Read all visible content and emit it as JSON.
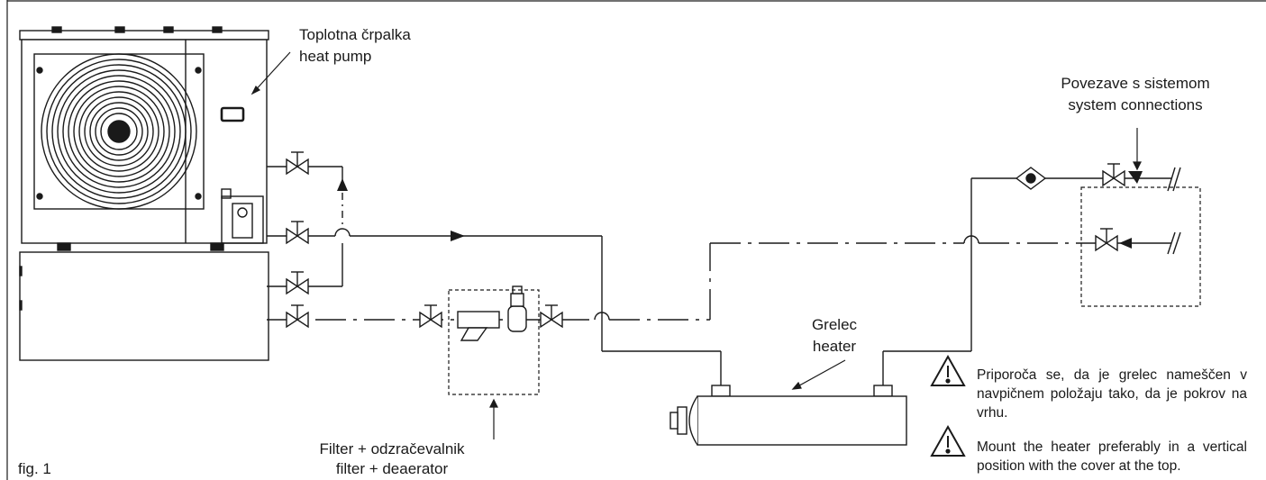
{
  "labels": {
    "heat_pump_sl": "Toplotna črpalka",
    "heat_pump_en": "heat pump",
    "system_sl": "Povezave s sistemom",
    "system_en": "system connections",
    "heater_sl": "Grelec",
    "heater_en": "heater",
    "filter_sl": "Filter + odzračevalnik",
    "filter_en": "filter + deaerator",
    "figure": "fig. 1"
  },
  "notes": {
    "warning_sl": "Priporoča se, da je grelec nameščen v navpičnem položaju tako, da je pokrov na vrhu.",
    "warning_en": "Mount the heater preferably in a vertical position with the cover at the top."
  },
  "icons": [
    "warning-icon",
    "valve-icon",
    "check-valve-icon",
    "flow-meter-icon",
    "strainer-icon",
    "deaerator-icon",
    "flow-arrow-icon"
  ]
}
